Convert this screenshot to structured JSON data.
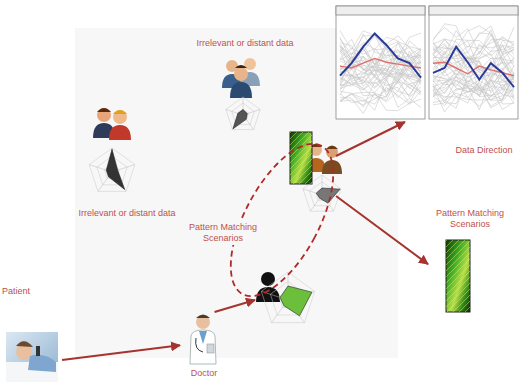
{
  "diagram": {
    "nodes": [
      {
        "text": [
          "Irrelevant or distant data"
        ]
      },
      {
        "text": [
          "Data Direction"
        ]
      },
      {
        "text": [
          "Irrelevant or distant data"
        ]
      },
      {
        "text": [
          "Pattern Matching Scenarios"
        ]
      },
      {
        "text": [
          "Pattern Matching Scenarios"
        ]
      },
      {
        "text": [
          "Patient"
        ]
      },
      {
        "text": [
          "Doctor"
        ]
      }
    ],
    "edges": [
      {
        "from": 5,
        "to": 6,
        "arrow": "to"
      },
      {
        "from": 6,
        "to": 3,
        "arrow": "to"
      },
      {
        "from": 3,
        "to": 1,
        "arrow": "to"
      },
      {
        "from": 3,
        "to": 4,
        "arrow": "to"
      }
    ]
  }
}
